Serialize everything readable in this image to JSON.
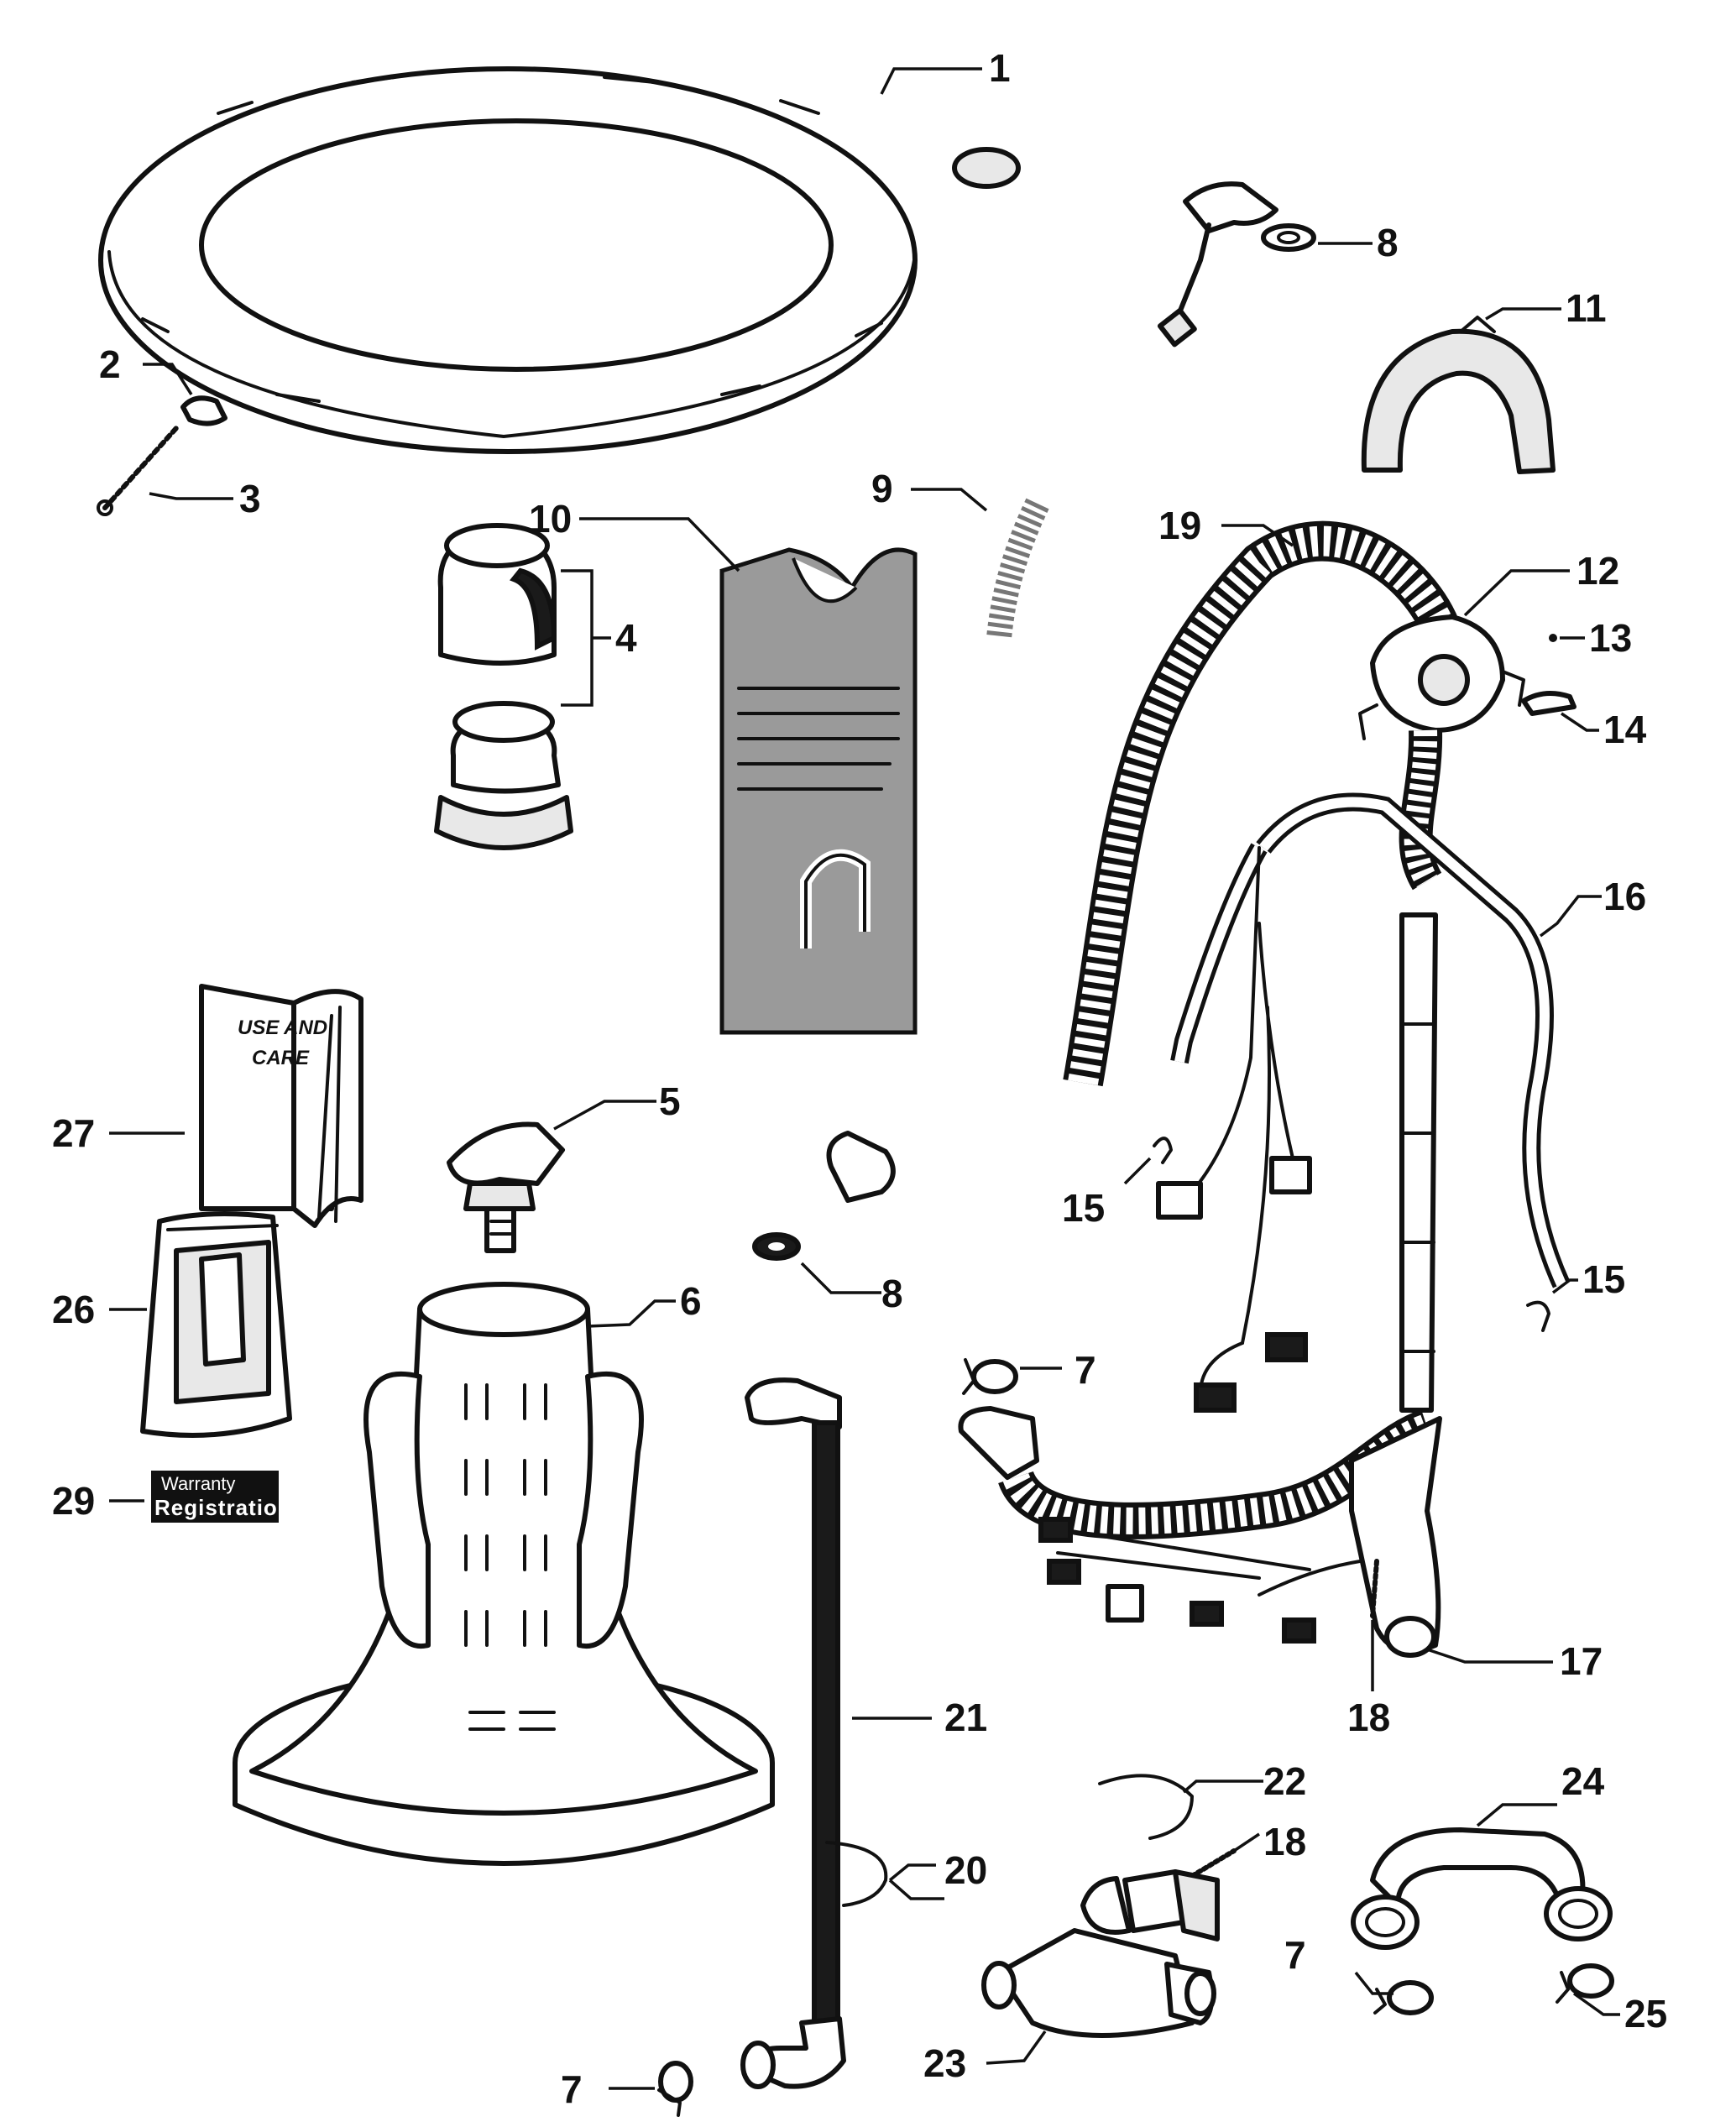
{
  "callouts": {
    "c1": "1",
    "c2": "2",
    "c3": "3",
    "c4": "4",
    "c5": "5",
    "c6": "6",
    "c7a": "7",
    "c7b": "7",
    "c7c": "7",
    "c8a": "8",
    "c8b": "8",
    "c9": "9",
    "c10": "10",
    "c11": "11",
    "c12": "12",
    "c13": "13",
    "c14": "14",
    "c15a": "15",
    "c15b": "15",
    "c16": "16",
    "c17": "17",
    "c18a": "18",
    "c18b": "18",
    "c19": "19",
    "c20": "20",
    "c21": "21",
    "c22": "22",
    "c23": "23",
    "c24": "24",
    "c25": "25",
    "c26": "26",
    "c27": "27",
    "c29": "29"
  },
  "manual": {
    "line1": "USE AND",
    "line2": "CARE"
  },
  "registration_card": {
    "line1": "Warranty",
    "line2": "Registration"
  },
  "colors": {
    "ink": "#111111",
    "paper": "#ffffff",
    "shade": "#e8e8e8"
  }
}
